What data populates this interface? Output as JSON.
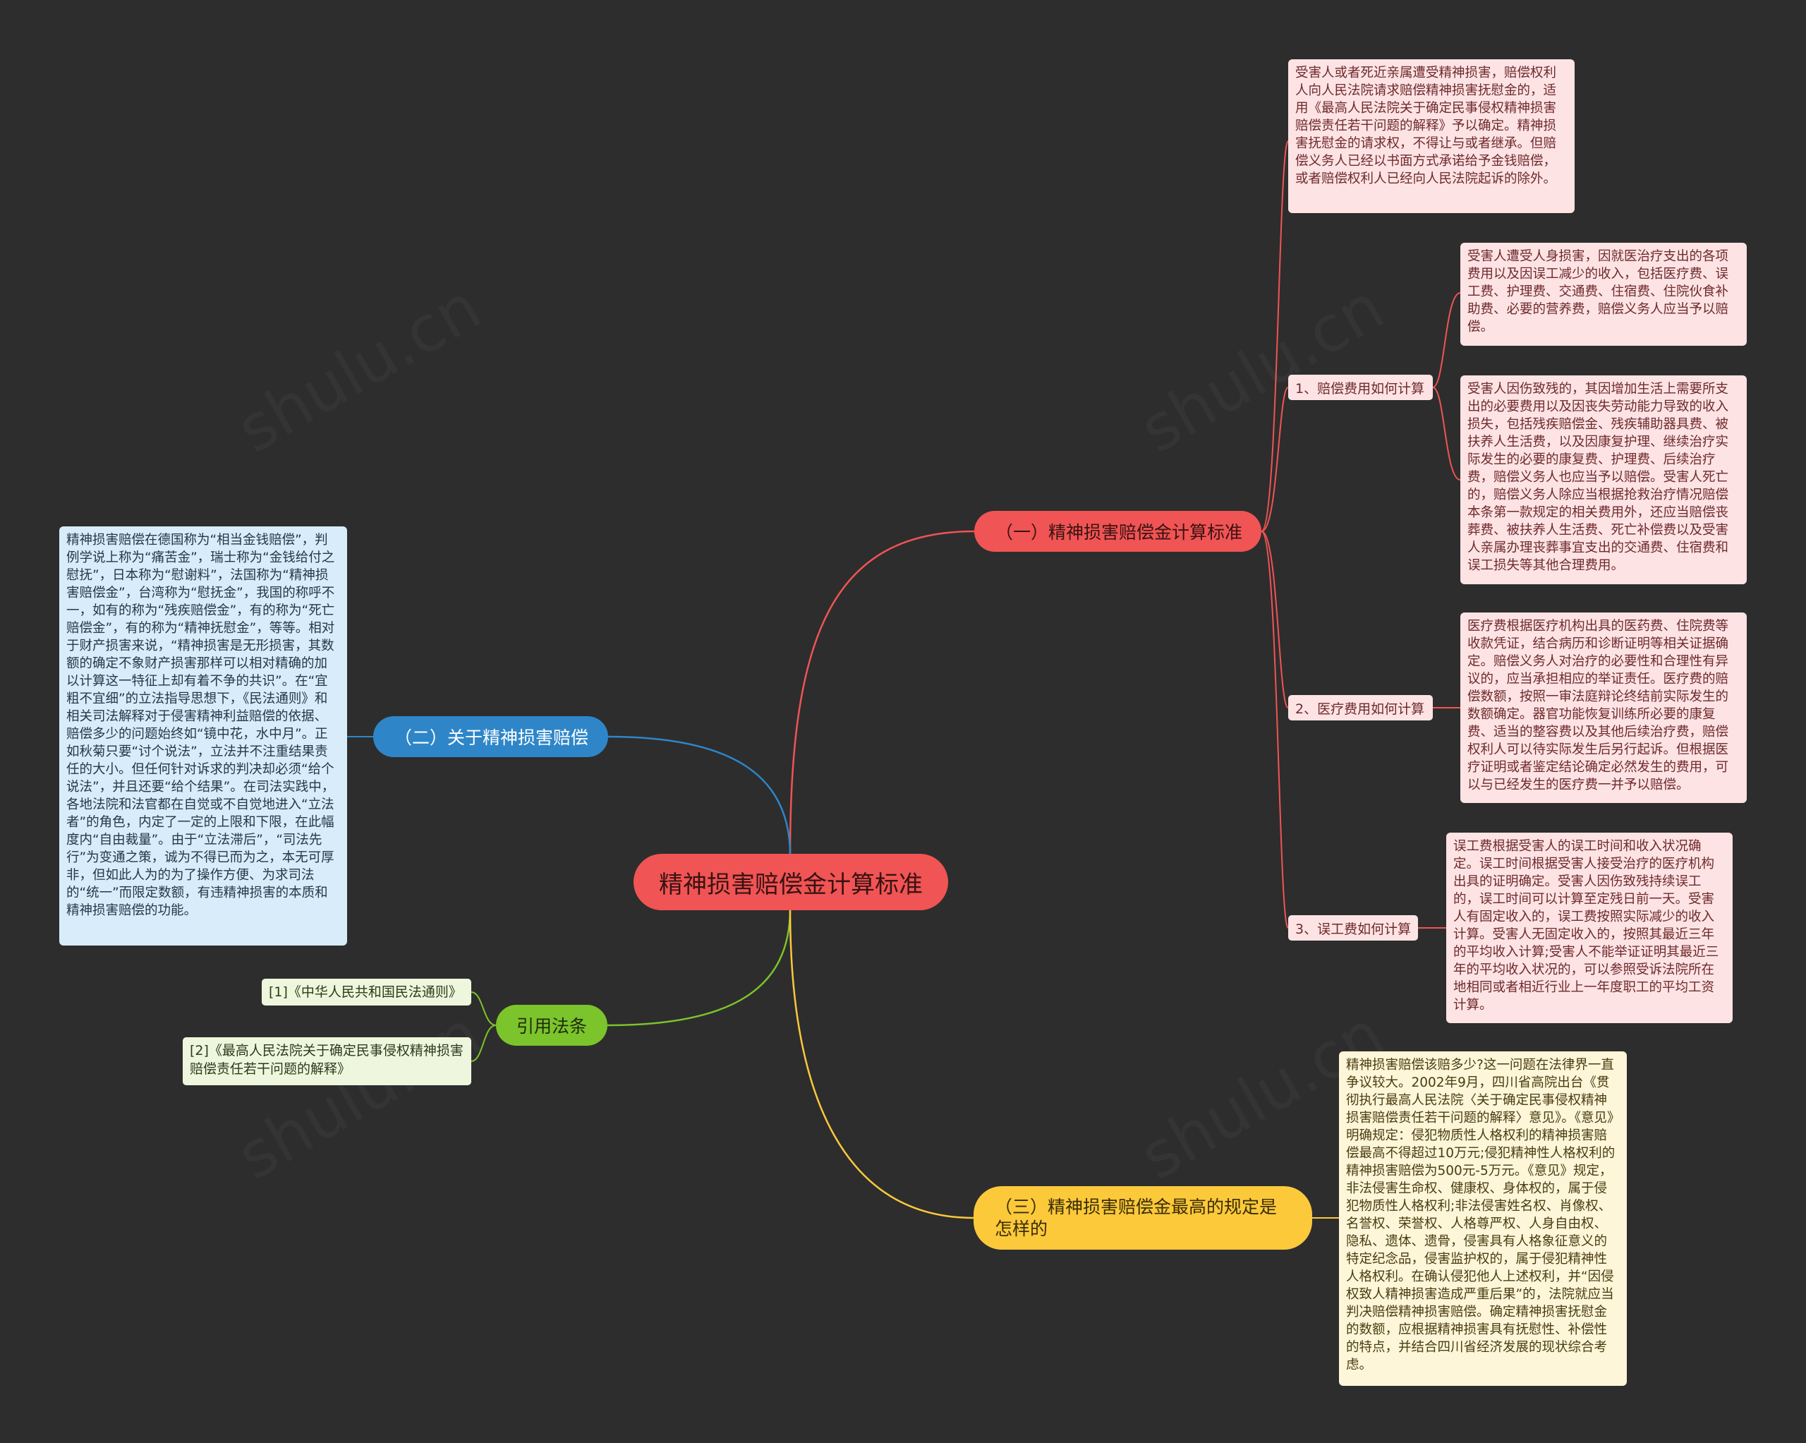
{
  "root": {
    "label": "精神损害赔偿金计算标准"
  },
  "branch1": {
    "label": "（一）精神损害赔偿金计算标准",
    "intro": "受害人或者死近亲属遭受精神损害，赔偿权利人向人民法院请求赔偿精神损害抚慰金的，适用《最高人民法院关于确定民事侵权精神损害赔偿责任若干问题的解释》予以确定。精神损害抚慰金的请求权，不得让与或者继承。但赔偿义务人已经以书面方式承诺给予金钱赔偿，或者赔偿权利人已经向人民法院起诉的除外。",
    "sub1": {
      "label": "1、赔偿费用如何计算",
      "text1": "受害人遭受人身损害，因就医治疗支出的各项费用以及因误工减少的收入，包括医疗费、误工费、护理费、交通费、住宿费、住院伙食补助费、必要的营养费，赔偿义务人应当予以赔偿。",
      "text2": "受害人因伤致残的，其因增加生活上需要所支出的必要费用以及因丧失劳动能力导致的收入损失，包括残疾赔偿金、残疾辅助器具费、被扶养人生活费，以及因康复护理、继续治疗实际发生的必要的康复费、护理费、后续治疗费，赔偿义务人也应当予以赔偿。受害人死亡的，赔偿义务人除应当根据抢救治疗情况赔偿本条第一款规定的相关费用外，还应当赔偿丧葬费、被扶养人生活费、死亡补偿费以及受害人亲属办理丧葬事宜支出的交通费、住宿费和误工损失等其他合理费用。"
    },
    "sub2": {
      "label": "2、医疗费用如何计算",
      "text": "医疗费根据医疗机构出具的医药费、住院费等收款凭证，结合病历和诊断证明等相关证据确定。赔偿义务人对治疗的必要性和合理性有异议的，应当承担相应的举证责任。医疗费的赔偿数额，按照一审法庭辩论终结前实际发生的数额确定。器官功能恢复训练所必要的康复费、适当的整容费以及其他后续治疗费，赔偿权利人可以待实际发生后另行起诉。但根据医疗证明或者鉴定结论确定必然发生的费用，可以与已经发生的医疗费一并予以赔偿。"
    },
    "sub3": {
      "label": "3、误工费如何计算",
      "text": "误工费根据受害人的误工时间和收入状况确定。误工时间根据受害人接受治疗的医疗机构出具的证明确定。受害人因伤致残持续误工的，误工时间可以计算至定残日前一天。受害人有固定收入的，误工费按照实际减少的收入计算。受害人无固定收入的，按照其最近三年的平均收入计算;受害人不能举证证明其最近三年的平均收入状况的，可以参照受诉法院所在地相同或者相近行业上一年度职工的平均工资计算。"
    }
  },
  "branch2": {
    "label": "（二）关于精神损害赔偿",
    "text": "精神损害赔偿在德国称为“相当金钱赔偿”，判例学说上称为“痛苦金”，瑞士称为“金钱给付之慰抚”，日本称为“慰谢料”，法国称为“精神损害赔偿金”，台湾称为“慰抚金”，我国的称呼不一，如有的称为“残疾赔偿金”，有的称为“死亡赔偿金”，有的称为“精神抚慰金”，等等。相对于财产损害来说，“精神损害是无形损害，其数额的确定不象财产损害那样可以相对精确的加以计算这一特征上却有着不争的共识”。在“宜粗不宜细”的立法指导思想下，《民法通则》和相关司法解释对于侵害精神利益赔偿的依据、赔偿多少的问题始终如“镜中花，水中月”。正如秋菊只要“讨个说法”，立法并不注重结果责任的大小。但任何针对诉求的判决却必须“给个说法”，并且还要“给个结果”。在司法实践中，各地法院和法官都在自觉或不自觉地进入“立法者”的角色，内定了一定的上限和下限，在此幅度内“自由裁量”。由于“立法滞后”，“司法先行”为变通之策，诚为不得已而为之，本无可厚非，但如此人为的为了操作方便、为求司法的“统一”而限定数额，有违精神损害的本质和精神损害赔偿的功能。"
  },
  "branch3": {
    "label": "引用法条",
    "ref1": "[1]《中华人民共和国民法通则》",
    "ref2": "[2]《最高人民法院关于确定民事侵权精神损害赔偿责任若干问题的解释》"
  },
  "branch4": {
    "label": "（三）精神损害赔偿金最高的规定是怎样的",
    "text": "精神损害赔偿该赔多少?这一问题在法律界一直争议较大。2002年9月，四川省高院出台《贯彻执行最高人民法院〈关于确定民事侵权精神损害赔偿责任若干问题的解释〉意见》。《意见》明确规定：侵犯物质性人格权利的精神损害赔偿最高不得超过10万元;侵犯精神性人格权利的精神损害赔偿为500元-5万元。《意见》规定，非法侵害生命权、健康权、身体权的，属于侵犯物质性人格权利;非法侵害姓名权、肖像权、名誉权、荣誉权、人格尊严权、人身自由权、隐私、遗体、遗骨，侵害具有人格象征意义的特定纪念品，侵害监护权的，属于侵犯精神性人格权利。在确认侵犯他人上述权利，并“因侵权致人精神损害造成严重后果”的，法院就应当判决赔偿精神损害赔偿。确定精神损害抚慰金的数额，应根据精神损害具有抚慰性、补偿性的特点，并结合四川省经济发展的现状综合考虑。"
  },
  "colors": {
    "background": "#2d2d2d",
    "red": "#f05454",
    "blue": "#2e86c9",
    "green": "#7bc42b",
    "yellow": "#fcc93b"
  }
}
